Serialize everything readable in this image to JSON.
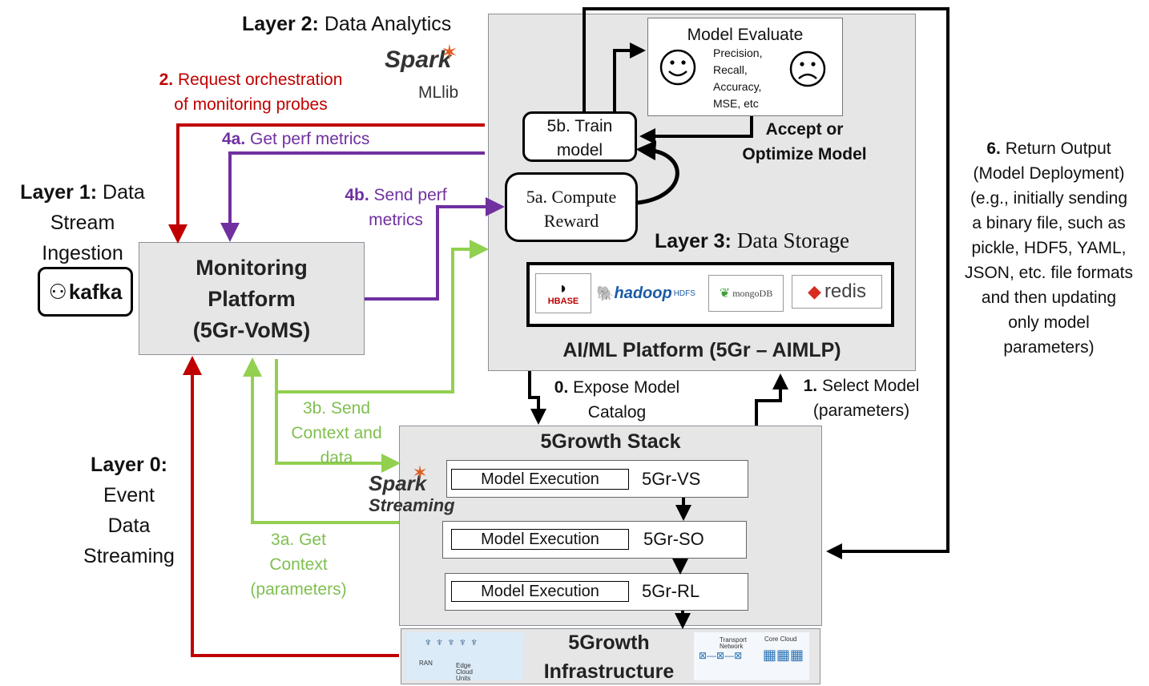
{
  "layers": {
    "layer2": {
      "prefix": "Layer 2:",
      "name": "Data Analytics"
    },
    "layer1": {
      "prefix": "Layer 1:",
      "name_line1": "Data",
      "name_line2": "Stream",
      "name_line3": "Ingestion"
    },
    "layer0": {
      "prefix": "Layer 0:",
      "line1": "Event",
      "line2": "Data",
      "line3": "Streaming"
    },
    "layer3": {
      "prefix": "Layer 3:",
      "name": "Data Storage"
    }
  },
  "logos": {
    "spark_mllib": {
      "word": "Spark",
      "sub": "MLlib"
    },
    "spark_streaming": {
      "word": "Spark",
      "sub": "Streaming"
    },
    "kafka": "kafka",
    "hbase": "HBASE",
    "hadoop": {
      "word": "hadoop",
      "sub": "HDFS"
    },
    "mongodb": "mongoDB",
    "redis": "redis"
  },
  "monitoring": {
    "line1": "Monitoring",
    "line2": "Platform",
    "line3": "(5Gr-VoMS)"
  },
  "aiml": {
    "title": "AI/ML Platform (5Gr – AIMLP)",
    "model_evaluate": {
      "title": "Model Evaluate",
      "metrics": [
        "Precision,",
        "Recall,",
        "Accuracy,",
        "MSE, etc"
      ]
    },
    "train": {
      "line1": "5b. Train",
      "line2": "model"
    },
    "reward": {
      "line1": "5a. Compute",
      "line2": "Reward"
    },
    "accept": {
      "line1": "Accept or",
      "line2": "Optimize Model"
    }
  },
  "stack": {
    "title": "5Growth Stack",
    "rows": [
      {
        "label": "Model Execution",
        "component": "5Gr-VS"
      },
      {
        "label": "Model Execution",
        "component": "5Gr-SO"
      },
      {
        "label": "Model Execution",
        "component": "5Gr-RL"
      }
    ]
  },
  "infra": {
    "line1": "5Growth",
    "line2": "Infrastructure",
    "img_left": [
      "RAN",
      "Edge",
      "Cloud",
      "Units"
    ],
    "img_right": [
      "Core Cloud",
      "Transport",
      "Network"
    ]
  },
  "arrows": {
    "a2": {
      "num": "2.",
      "line1": "Request orchestration",
      "line2": "of monitoring probes"
    },
    "a4a": {
      "num": "4a.",
      "text": "Get perf metrics"
    },
    "a4b": {
      "num": "4b.",
      "line1": "Send perf",
      "line2": "metrics"
    },
    "a3b": {
      "line1": "3b. Send",
      "line2": "Context and",
      "line3": "data"
    },
    "a3a": {
      "line1": "3a. Get",
      "line2": "Context",
      "line3": "(parameters)"
    },
    "a0": {
      "num": "0.",
      "line1": "Expose Model",
      "line2": "Catalog"
    },
    "a1": {
      "num": "1.",
      "line1": "Select Model",
      "line2": "(parameters)"
    },
    "a6": {
      "num": "6.",
      "lines": [
        "Return Output",
        "(Model Deployment)",
        "(e.g., initially sending",
        "a binary file, such as",
        "pickle, HDF5, YAML,",
        "JSON, etc. file formats",
        "and then updating",
        "only model",
        "parameters)"
      ]
    }
  },
  "colors": {
    "red": "#c00000",
    "purple": "#7030a0",
    "green": "#92d050",
    "black": "#000000",
    "grey_fill": "#e6e6e6"
  }
}
